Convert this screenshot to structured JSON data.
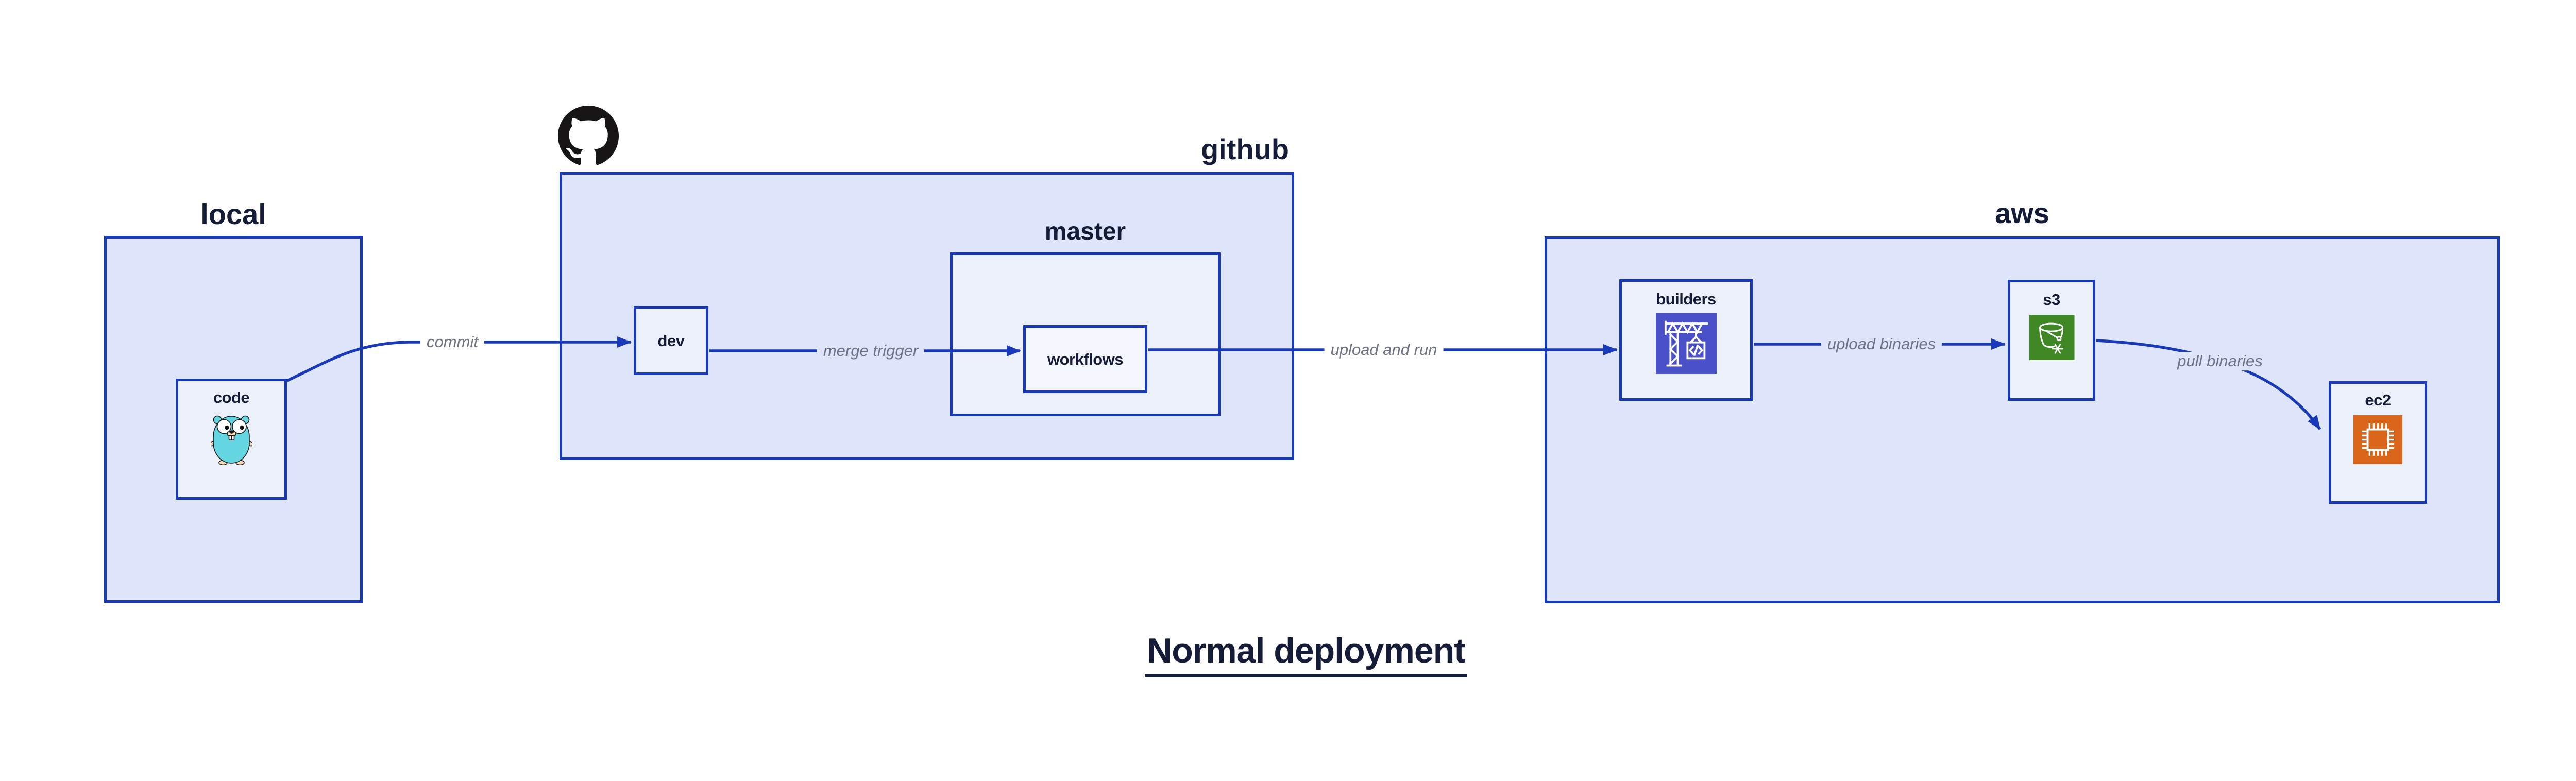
{
  "diagram_title": "Normal deployment",
  "containers": {
    "local": {
      "label": "local"
    },
    "github": {
      "label": "github"
    },
    "master": {
      "label": "master"
    },
    "aws": {
      "label": "aws"
    }
  },
  "nodes": {
    "code": {
      "label": "code"
    },
    "dev": {
      "label": "dev"
    },
    "workflows": {
      "label": "workflows"
    },
    "builders": {
      "label": "builders"
    },
    "s3": {
      "label": "s3"
    },
    "ec2": {
      "label": "ec2"
    }
  },
  "edges": {
    "commit": {
      "label": "commit",
      "from": "code",
      "to": "dev"
    },
    "merge_trigger": {
      "label": "merge trigger",
      "from": "dev",
      "to": "workflows"
    },
    "upload_and_run": {
      "label": "upload and run",
      "from": "workflows",
      "to": "builders"
    },
    "upload_binaries": {
      "label": "upload binaries",
      "from": "builders",
      "to": "s3"
    },
    "pull_binaries": {
      "label": "pull binaries",
      "from": "s3",
      "to": "ec2"
    }
  },
  "icons": {
    "github_logo": "github-octocat-icon",
    "code_icon": "go-gopher-icon",
    "builders_icon": "aws-codebuild-icon",
    "s3_icon": "aws-s3-bucket-icon",
    "ec2_icon": "aws-ec2-chip-icon"
  },
  "colors": {
    "border_blue": "#1839b8",
    "container_fill": "#dee4f9",
    "node_fill": "#ecf0fb",
    "nested_node_fill": "#f4f6fd",
    "edge_label_gray": "#6d7285",
    "text_dark": "#141c38",
    "codebuild_indigo": "#4a50c8",
    "s3_green": "#3f8624",
    "ec2_orange": "#d9661a",
    "gopher_teal": "#64d6e2"
  }
}
